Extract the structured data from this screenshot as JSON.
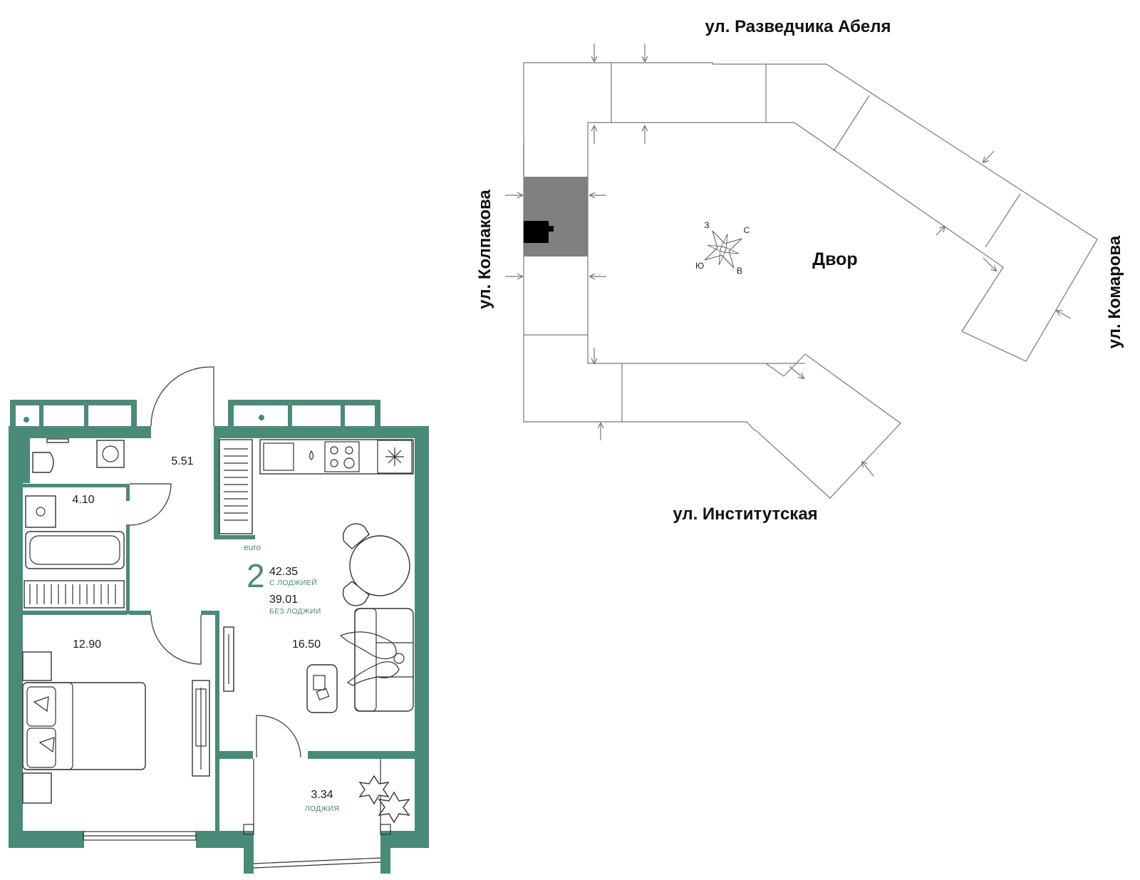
{
  "site_plan": {
    "streets": {
      "north": "ул. Разведчика Абеля",
      "west": "ул. Колпакова",
      "east": "ул. Комарова",
      "south": "ул. Институтская"
    },
    "yard_label": "Двор",
    "compass": {
      "north": "С",
      "east": "В",
      "south": "Ю",
      "west": "З"
    }
  },
  "apartment": {
    "type_label": "euro",
    "rooms": "2",
    "total_area": "42.35",
    "total_area_caption": "С ЛОДЖИЕЙ",
    "area_without": "39.01",
    "area_without_caption": "БЕЗ ЛОДЖИИ",
    "room_areas": {
      "hall": "5.51",
      "bathroom": "4.10",
      "bedroom": "12.90",
      "living": "16.50",
      "loggia": "3.34"
    },
    "loggia_caption": "ЛОДЖИЯ"
  },
  "colors": {
    "wall": "#4a8a78",
    "highlight_section": "#808080",
    "apartment_marker": "#000000",
    "outline": "#777777"
  }
}
